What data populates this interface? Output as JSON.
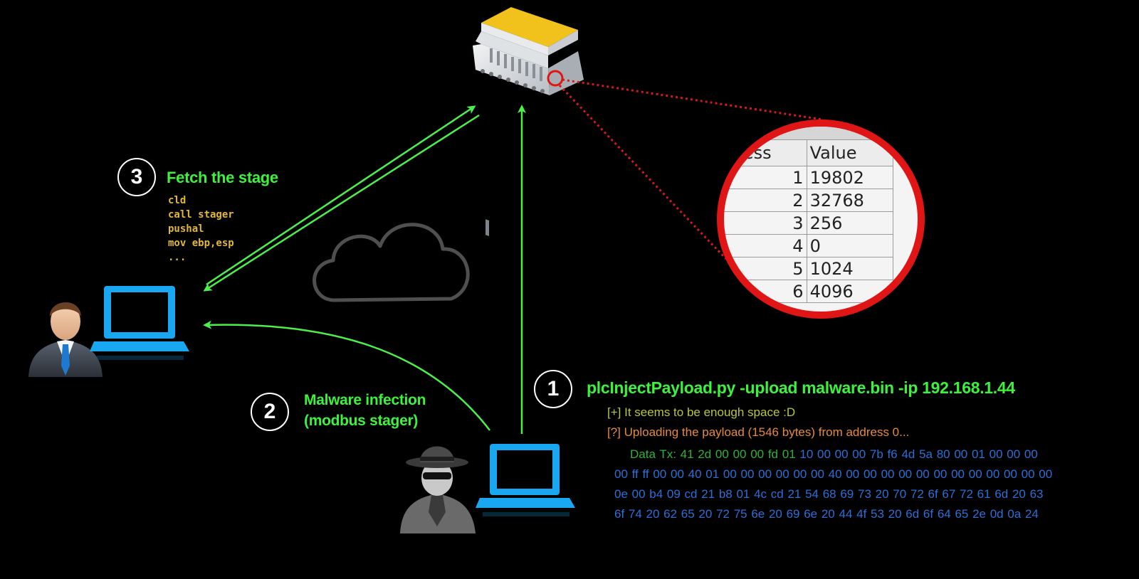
{
  "steps": {
    "step1": {
      "number": "1",
      "command": "plcInjectPayload.py -upload malware.bin -ip 192.168.1.44"
    },
    "step2": {
      "number": "2",
      "line1": "Malware infection",
      "line2": "(modbus stager)"
    },
    "step3": {
      "number": "3",
      "title": "Fetch the stage",
      "asm": [
        "cld",
        "call stager",
        "pushal",
        "mov ebp,esp",
        "..."
      ]
    }
  },
  "log": {
    "space_ok": "[+]  It seems to be enough space :D",
    "uploading": "[?]  Uploading the payload (1546 bytes) from address 0...",
    "tx_label": "Data Tx:",
    "tx_first_green": "41 2d 00 00 00 fd 01",
    "tx_first_blue": "10 00 00 00 7b f6 4d 5a 80 00 01 00 00 00",
    "hex_lines": [
      "00 ff ff 00 00 40 01 00 00 00 00 00 00 40 00 00 00 00 00 00 00 00 00 00 00 00",
      "0e 00 b4 09 cd 21 b8 01 4c cd 21 54 68 69 73 20 70 72 6f 67 72 61 6d 20 63",
      "6f 74 20 62 65 20 72 75 6e 20 69 6e 20 44 4f 53 20 6d 6f 64 65 2e 0d 0a 24"
    ]
  },
  "register_table": {
    "headers": [
      "Address",
      "Value"
    ],
    "rows": [
      {
        "address": "1",
        "value": "19802"
      },
      {
        "address": "2",
        "value": "32768"
      },
      {
        "address": "3",
        "value": "256"
      },
      {
        "address": "4",
        "value": "0"
      },
      {
        "address": "5",
        "value": "1024"
      },
      {
        "address": "6",
        "value": "4096"
      }
    ]
  },
  "colors": {
    "background": "#000000",
    "arrow_green": "#4cf04c",
    "title_green": "#3cf23c",
    "asm_gold": "#e2b83a",
    "hex_blue": "#2c6fd6",
    "magnifier_red": "#e01616",
    "laptop_blue": "#18a7f0"
  },
  "icons": [
    "plc-device-icon",
    "victim-user-icon",
    "victim-laptop-icon",
    "attacker-spy-icon",
    "attacker-laptop-icon",
    "cloud-icon",
    "magnifier-lens-icon"
  ]
}
